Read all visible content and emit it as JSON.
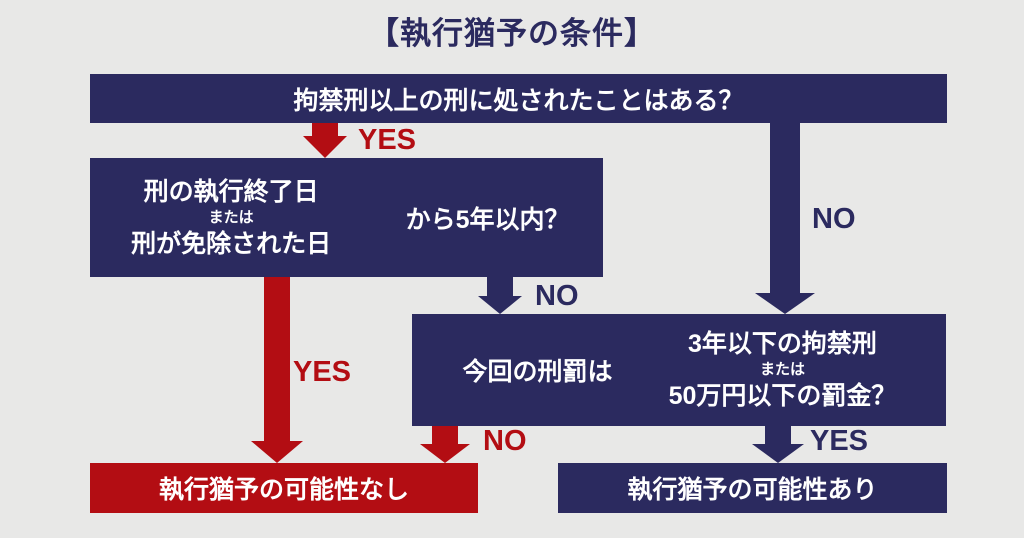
{
  "title": "【執行猶予の条件】",
  "colors": {
    "navy": "#2b2a5f",
    "red": "#b30d13",
    "bg": "#e8e8e7",
    "boxtext": "#ffffff"
  },
  "boxes": {
    "q1": {
      "text": "拘禁刑以上の刑に処されたことはある？"
    },
    "q2": {
      "left_line1": "刑の執行終了日",
      "left_connector": "または",
      "left_line2": "刑が免除された日",
      "right_text": "から5年以内？"
    },
    "q3": {
      "left_text": "今回の刑罰は",
      "right_line1": "3年以下の拘禁刑",
      "right_connector": "または",
      "right_line2": "50万円以下の罰金？"
    },
    "result_no": {
      "text": "執行猶予の可能性なし"
    },
    "result_yes": {
      "text": "執行猶予の可能性あり"
    }
  },
  "labels": {
    "q1_yes": "YES",
    "q1_no": "NO",
    "q2_no": "NO",
    "q2_yes": "YES",
    "q3_no": "NO",
    "q3_yes": "YES"
  }
}
